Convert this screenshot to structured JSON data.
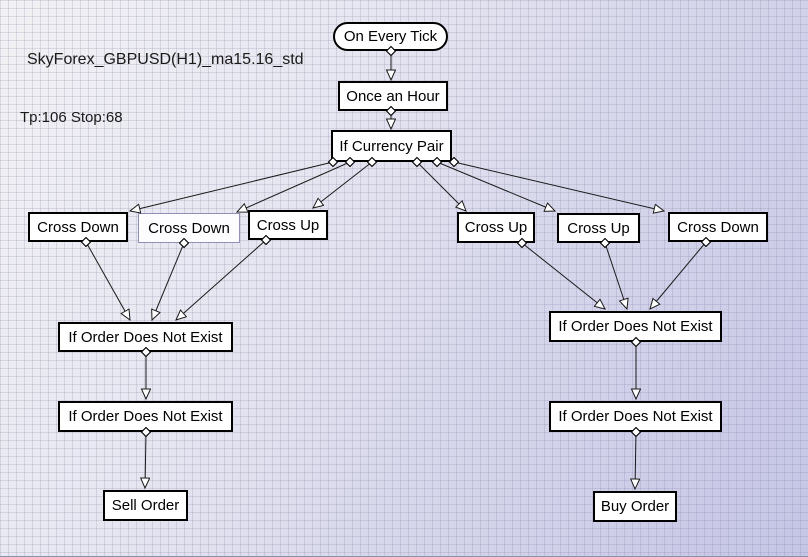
{
  "diagram": {
    "strategy_name": "SkyForex_GBPUSD(H1)_ma15.16_std",
    "tp_stop": "Tp:106 Stop:68",
    "nodes": {
      "on_every_tick": "On Every Tick",
      "once_an_hour": "Once an Hour",
      "if_currency_pair": "If Currency Pair",
      "cross_down_1": "Cross Down",
      "cross_down_2": "Cross Down",
      "cross_up_3": "Cross Up",
      "cross_up_4": "Cross Up",
      "cross_up_5": "Cross Up",
      "cross_down_6": "Cross Down",
      "if_order_left_1": "If Order Does Not Exist",
      "if_order_left_2": "If Order Does Not Exist",
      "sell_order": "Sell Order",
      "if_order_right_1": "If Order Does Not Exist",
      "if_order_right_2": "If Order Does Not Exist",
      "buy_order": "Buy Order"
    },
    "colors": {
      "node_fill": "#ffffff",
      "node_border": "#000000",
      "alt_node_border": "#8f8fb8",
      "edge": "#1a1a1a",
      "background_light": "#f2f2f5",
      "background_dark": "#c5c5e6",
      "grid_line": "#b9b9cc"
    }
  }
}
